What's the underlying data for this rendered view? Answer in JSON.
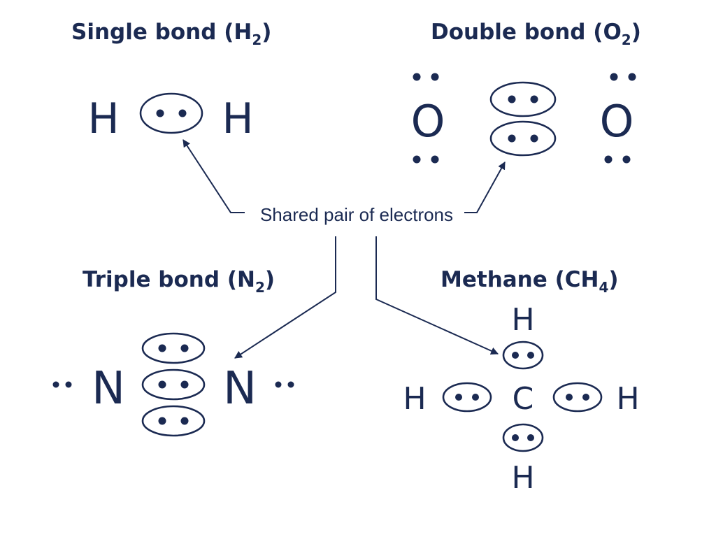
{
  "colors": {
    "ink": "#1b2a52",
    "background": "#ffffff"
  },
  "panels": {
    "single": {
      "title": "Single bond (H",
      "sub": "2",
      "close": ")",
      "atom_left": "H",
      "atom_right": "H"
    },
    "double": {
      "title": "Double bond (O",
      "sub": "2",
      "close": ")",
      "atom_left": "O",
      "atom_right": "O"
    },
    "triple": {
      "title": "Triple bond (N",
      "sub": "2",
      "close": ")",
      "atom_left": "N",
      "atom_right": "N"
    },
    "methane": {
      "title": "Methane (CH",
      "sub": "4",
      "close": ")",
      "center": "C",
      "top": "H",
      "bottom": "H",
      "left": "H",
      "right": "H"
    }
  },
  "annotation": {
    "label": "Shared pair of electrons"
  }
}
